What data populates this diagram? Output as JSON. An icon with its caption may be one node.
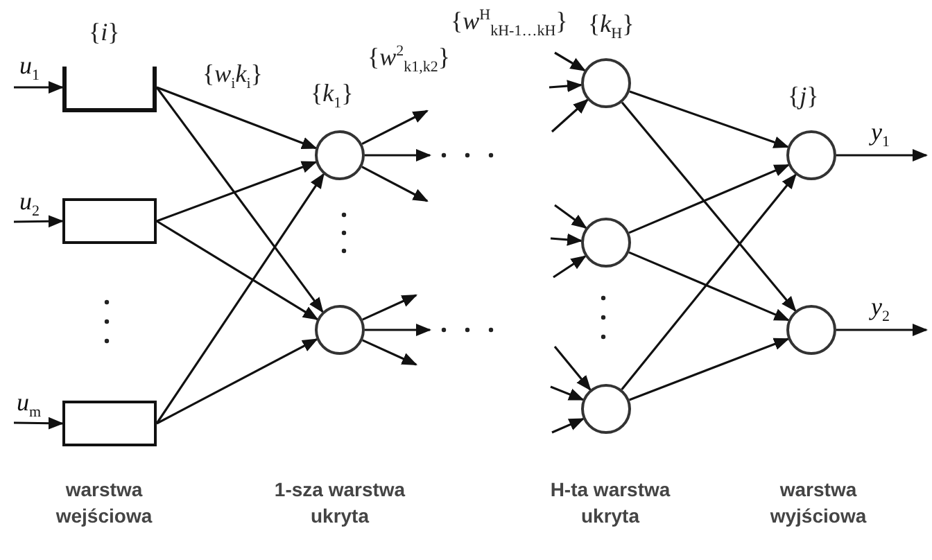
{
  "diagram": {
    "nodes": [
      {
        "text": [],
        "shape": "box"
      },
      {
        "text": [],
        "shape": "box"
      },
      {
        "text": [],
        "shape": "box"
      },
      {
        "text": [],
        "shape": "circle"
      },
      {
        "text": [],
        "shape": "circle"
      },
      {
        "text": [],
        "shape": "circle"
      },
      {
        "text": [],
        "shape": "circle"
      },
      {
        "text": [],
        "shape": "circle"
      },
      {
        "text": [],
        "shape": "circle"
      },
      {
        "text": [],
        "shape": "circle"
      }
    ],
    "edges": [
      {
        "from": null,
        "to": 0,
        "arrow": "to",
        "label": "*u*$_{1}$"
      },
      {
        "from": null,
        "to": 1,
        "arrow": "to",
        "label": "*u*$_{2}$"
      },
      {
        "from": null,
        "to": 2,
        "arrow": "to",
        "label": "*u*$_{m}$"
      },
      {
        "from": 0,
        "to": 3,
        "arrow": "to"
      },
      {
        "from": 0,
        "to": 4,
        "arrow": "to"
      },
      {
        "from": 1,
        "to": 3,
        "arrow": "to"
      },
      {
        "from": 1,
        "to": 4,
        "arrow": "to"
      },
      {
        "from": 2,
        "to": 3,
        "arrow": "to"
      },
      {
        "from": 2,
        "to": 4,
        "arrow": "to"
      },
      {
        "from": 3,
        "to": null,
        "arrow": "to"
      },
      {
        "from": 3,
        "to": null,
        "arrow": "to"
      },
      {
        "from": 3,
        "to": null,
        "arrow": "to"
      },
      {
        "from": 4,
        "to": null,
        "arrow": "to"
      },
      {
        "from": 4,
        "to": null,
        "arrow": "to"
      },
      {
        "from": 4,
        "to": null,
        "arrow": "to"
      },
      {
        "from": null,
        "to": 5,
        "arrow": "to"
      },
      {
        "from": null,
        "to": 5,
        "arrow": "to"
      },
      {
        "from": null,
        "to": 5,
        "arrow": "to"
      },
      {
        "from": null,
        "to": 6,
        "arrow": "to"
      },
      {
        "from": null,
        "to": 6,
        "arrow": "to"
      },
      {
        "from": null,
        "to": 6,
        "arrow": "to"
      },
      {
        "from": null,
        "to": 7,
        "arrow": "to"
      },
      {
        "from": null,
        "to": 7,
        "arrow": "to"
      },
      {
        "from": null,
        "to": 7,
        "arrow": "to"
      },
      {
        "from": 5,
        "to": 8,
        "arrow": "to"
      },
      {
        "from": 5,
        "to": 9,
        "arrow": "to"
      },
      {
        "from": 6,
        "to": 8,
        "arrow": "to"
      },
      {
        "from": 6,
        "to": 9,
        "arrow": "to"
      },
      {
        "from": 7,
        "to": 8,
        "arrow": "to"
      },
      {
        "from": 7,
        "to": 9,
        "arrow": "to"
      },
      {
        "from": 8,
        "to": null,
        "arrow": "to",
        "label": "*y*$_{1}$"
      },
      {
        "from": 9,
        "to": null,
        "arrow": "to",
        "label": "*y*$_{2}$"
      }
    ],
    "labels": [
      "{*i*}",
      "{*w*$_{i}$*k*$_{i}$}",
      "{*k*$_{1}$}",
      "{*w*$^{2}$$_{k1,k2}$}",
      "{*w*$^{H}$$_{kH-1…kH}$}",
      "{*k*$_{H}$}",
      "{*j*}",
      "warstwa wejściowa",
      "1-sza warstwa ukryta",
      "H-ta warstwa ukryta",
      "warstwa wyjściowa"
    ]
  }
}
